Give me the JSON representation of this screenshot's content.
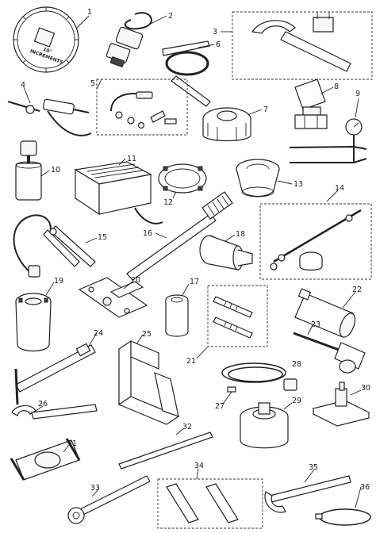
{
  "dial_text": {
    "line1": "10°",
    "line2": "INCREMENTS"
  },
  "callouts": {
    "c1": "1",
    "c2": "2",
    "c3": "3",
    "c4": "4",
    "c5": "5",
    "c6": "6",
    "c7": "7",
    "c8": "8",
    "c9": "9",
    "c10": "10",
    "c11": "11",
    "c12": "12",
    "c13": "13",
    "c14": "14",
    "c15": "15",
    "c16": "16",
    "c17": "17",
    "c18": "18",
    "c19": "19",
    "c20": "20",
    "c21": "21",
    "c22": "22",
    "c23": "23",
    "c24": "24",
    "c25": "25",
    "c26": "26",
    "c27": "27",
    "c28": "28",
    "c29": "29",
    "c30": "30",
    "c31": "31",
    "c32": "32",
    "c33": "33",
    "c34": "34",
    "c35": "35",
    "c36": "36"
  }
}
